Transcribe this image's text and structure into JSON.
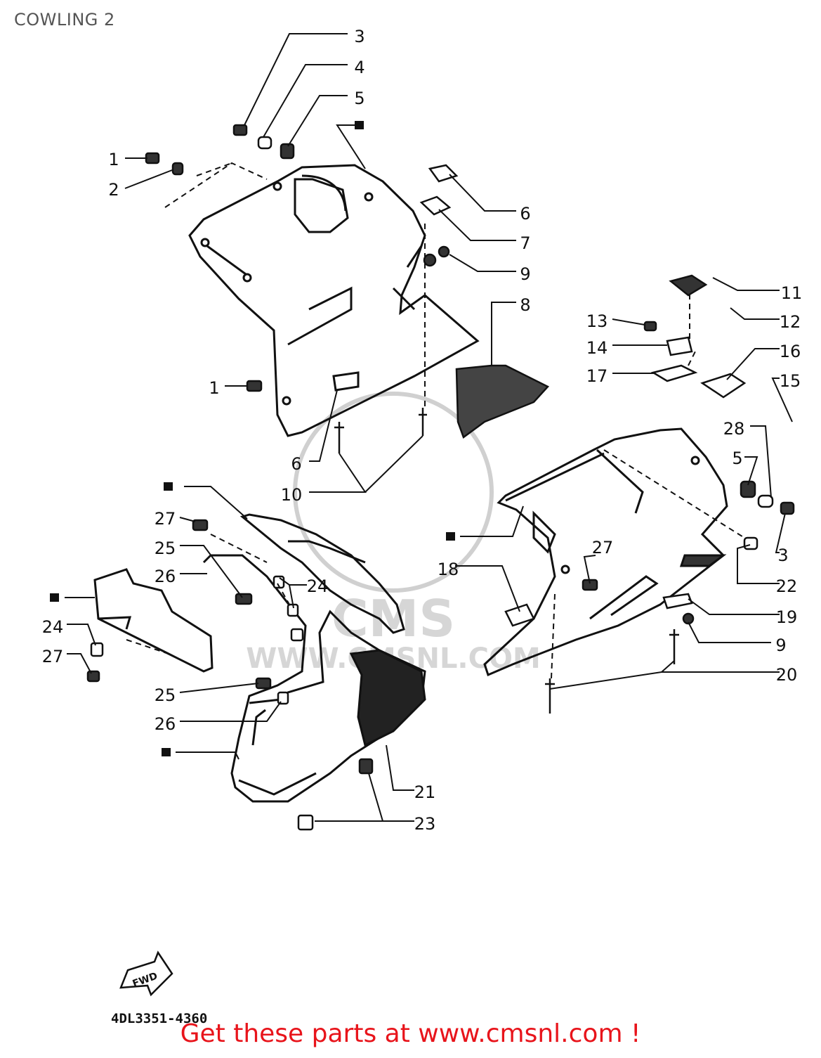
{
  "title": "COWLING 2",
  "drawing_code": "4DL3351-4360",
  "fwd_label": "FWD",
  "footer_text": "Get these parts at www.cmsnl.com !",
  "colors": {
    "footer": "#e8141b",
    "line": "#111111",
    "watermark": "#c8c8c8",
    "title": "#555555"
  },
  "watermark_text": "CMS",
  "watermark_url": "WWW.CMSNL.COM",
  "callouts": [
    {
      "label": "3"
    },
    {
      "label": "4"
    },
    {
      "label": "5"
    },
    {
      "label": "1"
    },
    {
      "label": "2"
    },
    {
      "label": "6"
    },
    {
      "label": "7"
    },
    {
      "label": "9"
    },
    {
      "label": "8"
    },
    {
      "label": "11"
    },
    {
      "label": "12"
    },
    {
      "label": "13"
    },
    {
      "label": "14"
    },
    {
      "label": "16"
    },
    {
      "label": "17"
    },
    {
      "label": "15"
    },
    {
      "label": "1"
    },
    {
      "label": "6"
    },
    {
      "label": "10"
    },
    {
      "label": "28"
    },
    {
      "label": "5"
    },
    {
      "label": "3"
    },
    {
      "label": "27"
    },
    {
      "label": "25"
    },
    {
      "label": "26"
    },
    {
      "label": "24"
    },
    {
      "label": "24"
    },
    {
      "label": "27"
    },
    {
      "label": "18"
    },
    {
      "label": "27"
    },
    {
      "label": "22"
    },
    {
      "label": "19"
    },
    {
      "label": "9"
    },
    {
      "label": "20"
    },
    {
      "label": "25"
    },
    {
      "label": "26"
    },
    {
      "label": "21"
    },
    {
      "label": "23"
    }
  ]
}
